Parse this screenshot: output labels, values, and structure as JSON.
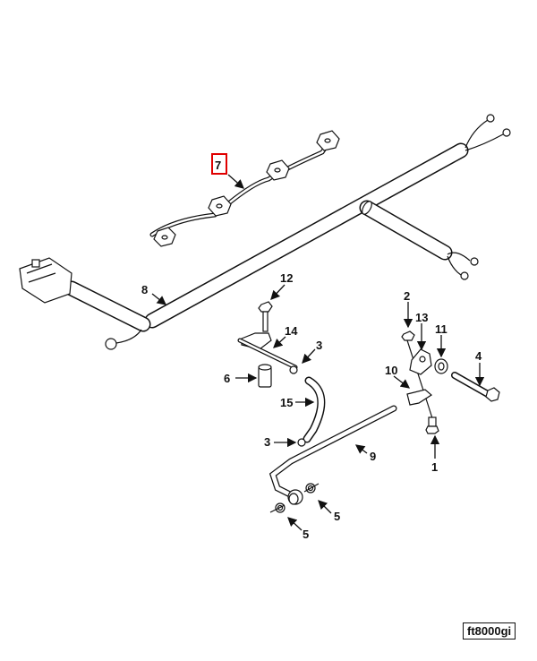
{
  "diagram": {
    "figure_id": "ft8000gi",
    "highlight_color": "#e00000",
    "callouts": {
      "c7": "7",
      "c8": "8",
      "c12": "12",
      "c14": "14",
      "c3a": "3",
      "c6": "6",
      "c15": "15",
      "c3b": "3",
      "c9": "9",
      "c5a": "5",
      "c5b": "5",
      "c10": "10",
      "c2": "2",
      "c13": "13",
      "c11": "11",
      "c4": "4",
      "c1": "1"
    }
  }
}
